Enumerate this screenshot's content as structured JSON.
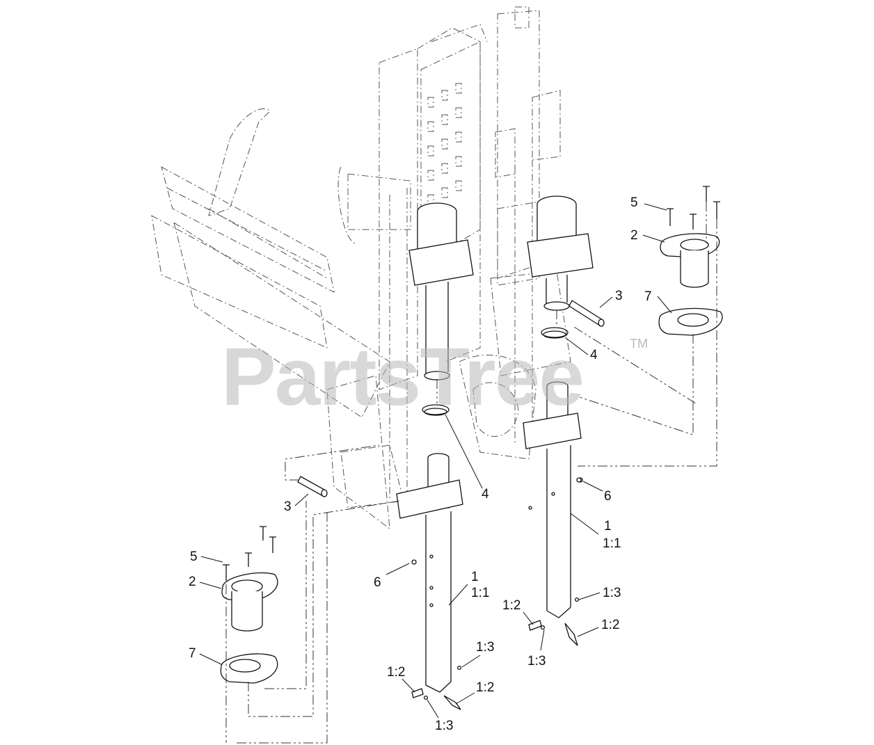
{
  "watermark": {
    "brand": "PartsTree",
    "trademark": "TM"
  },
  "callouts": [
    {
      "id": "c-5-right",
      "label": "5"
    },
    {
      "id": "c-2-right",
      "label": "2"
    },
    {
      "id": "c-3-right",
      "label": "3"
    },
    {
      "id": "c-7-right",
      "label": "7"
    },
    {
      "id": "c-4-right",
      "label": "4"
    },
    {
      "id": "c-4-center",
      "label": "4"
    },
    {
      "id": "c-6-right",
      "label": "6"
    },
    {
      "id": "c-3-left",
      "label": "3"
    },
    {
      "id": "c-1-right",
      "label": "1"
    },
    {
      "id": "c-11-right",
      "label": "1:1"
    },
    {
      "id": "c-13-right-upper",
      "label": "1:3"
    },
    {
      "id": "c-12-right-left",
      "label": "1:2"
    },
    {
      "id": "c-12-right-right",
      "label": "1:2"
    },
    {
      "id": "c-13-right-lower",
      "label": "1:3"
    },
    {
      "id": "c-5-left",
      "label": "5"
    },
    {
      "id": "c-2-left",
      "label": "2"
    },
    {
      "id": "c-7-left",
      "label": "7"
    },
    {
      "id": "c-6-center",
      "label": "6"
    },
    {
      "id": "c-1-center",
      "label": "1"
    },
    {
      "id": "c-11-center",
      "label": "1:1"
    },
    {
      "id": "c-13-center-upper",
      "label": "1:3"
    },
    {
      "id": "c-12-center-left",
      "label": "1:2"
    },
    {
      "id": "c-12-center-right",
      "label": "1:2"
    },
    {
      "id": "c-13-center-lower",
      "label": "1:3"
    }
  ]
}
